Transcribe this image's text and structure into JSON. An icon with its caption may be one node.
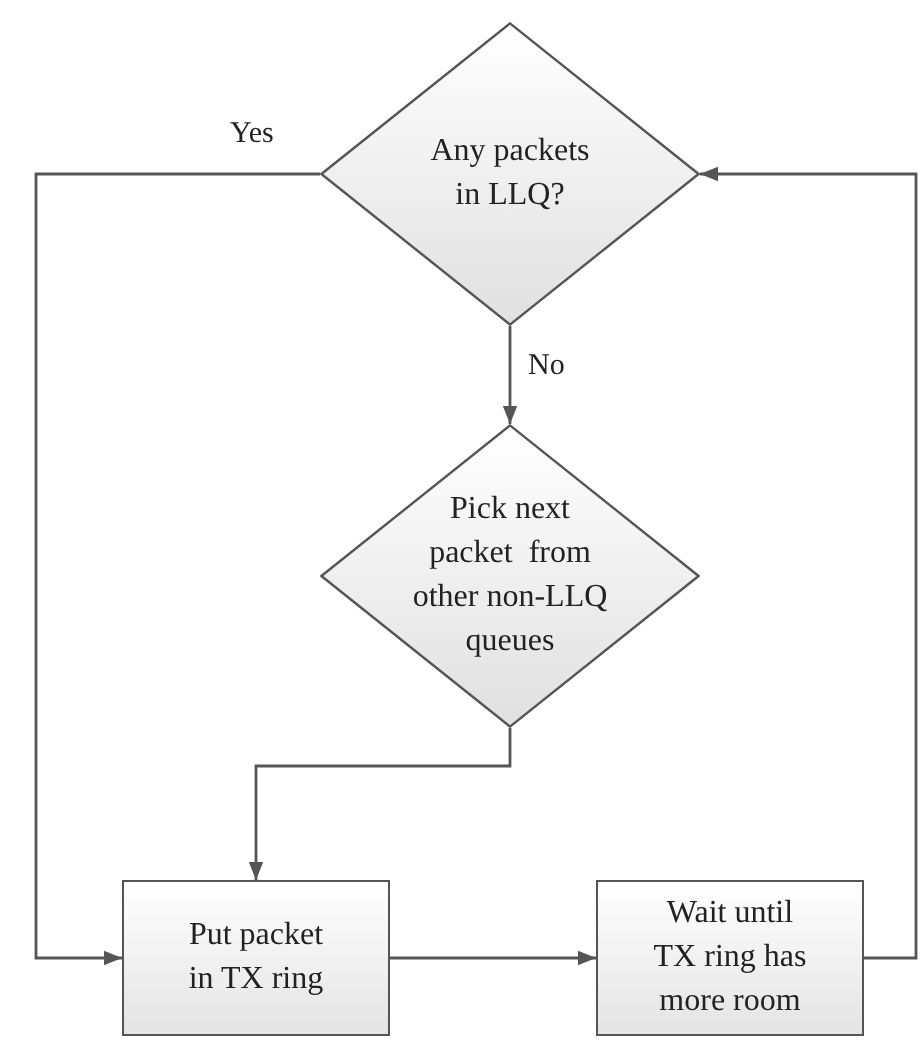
{
  "diagram": {
    "nodes": [
      {
        "text": [
          "Any packets in LLQ?"
        ]
      },
      {
        "text": [
          "Pick next packet  from other non-LLQ queues"
        ]
      },
      {
        "text": [
          "Put packet in TX ring"
        ]
      },
      {
        "text": [
          "Wait until TX ring has more room"
        ]
      }
    ],
    "edges": [
      {
        "from": 0,
        "to": 2,
        "arrow": "to",
        "label": "Yes"
      },
      {
        "from": 0,
        "to": 1,
        "arrow": "to",
        "label": "No"
      },
      {
        "from": 1,
        "to": 2,
        "arrow": "to"
      },
      {
        "from": 2,
        "to": 3,
        "arrow": "to"
      },
      {
        "from": 3,
        "to": 0,
        "arrow": "to"
      }
    ]
  }
}
